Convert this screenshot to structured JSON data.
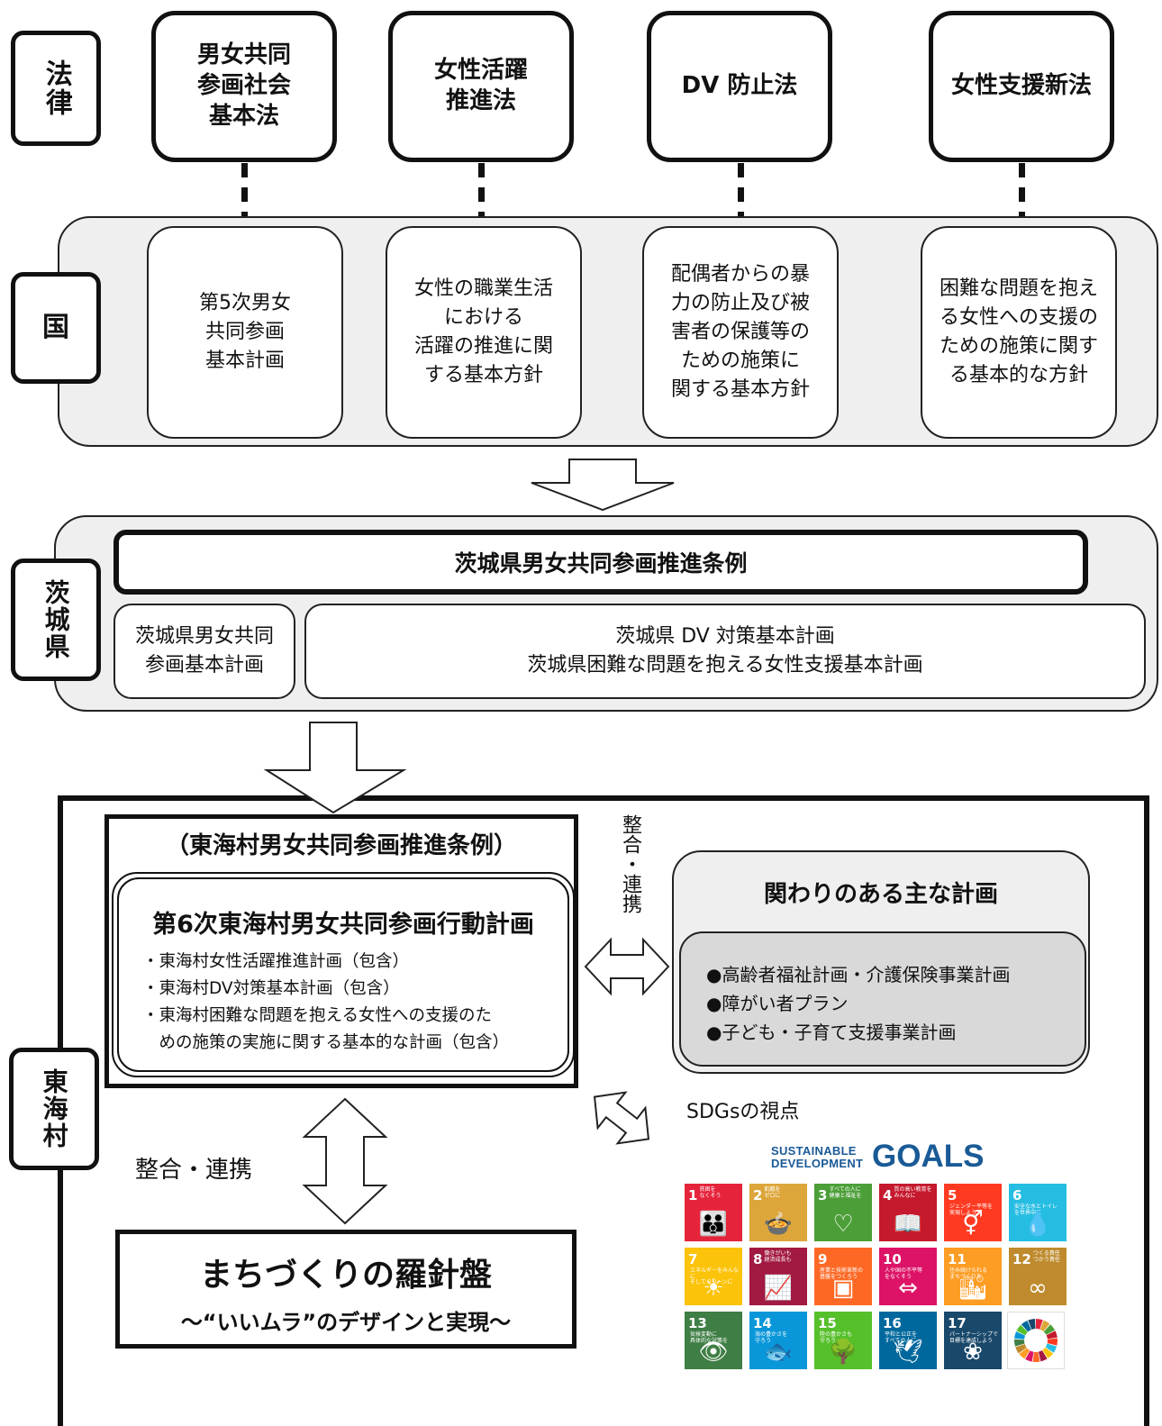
{
  "labels": {
    "law": "法律",
    "kuni": "国",
    "ibaraki": "茨城県",
    "tokai": "東海村"
  },
  "laws": [
    {
      "text": "男女共同\n参画社会\n基本法"
    },
    {
      "text": "女性活躍\n推進法"
    },
    {
      "text": "DV 防止法"
    },
    {
      "text": "女性支援新法"
    }
  ],
  "national_plans": [
    {
      "text": "第5次男女\n共同参画\n基本計画"
    },
    {
      "text": "女性の職業生活\nにおける\n活躍の推進に関\nする基本方針"
    },
    {
      "text": "配偶者からの暴\n力の防止及び被\n害者の保護等の\nための施策に\n関する基本方針"
    },
    {
      "text": "困難な問題を抱え\nる女性への支援の\nための施策に関す\nる基本的な方針"
    }
  ],
  "prefecture": {
    "ordinance": "茨城県男女共同参画推進条例",
    "plan_left": "茨城県男女共同\n参画基本計画",
    "plan_right_1": "茨城県 DV 対策基本計画",
    "plan_right_2": "茨城県困難な問題を抱える女性支援基本計画"
  },
  "village": {
    "ordinance": "（東海村男女共同参画推進条例）",
    "plan_title": "第6次東海村男女共同参画行動計画",
    "plan_items": [
      "・東海村女性活躍推進計画（包含）",
      "・東海村DV対策基本計画（包含）",
      "・東海村困難な問題を抱える女性への支援のた",
      "　めの施策の実施に関する基本的な計画（包含）"
    ],
    "coord_vertical": "整合・連携",
    "coord_bottom": "整合・連携",
    "related_title": "関わりのある主な計画",
    "related_items": [
      "●高齢者福祉計画・介護保険事業計画",
      "●障がい者プラン",
      "●子ども・子育て支援事業計画"
    ],
    "sdgs_caption": "SDGsの視点",
    "compass_title": "まちづくりの羅針盤",
    "compass_subtitle": "～“いいムラ”のデザインと実現～"
  },
  "sdgs": {
    "logo_line1": "SUSTAINABLE",
    "logo_line2": "DEVELOPMENT",
    "logo_goals": "GOALS",
    "tiles": [
      {
        "num": "1",
        "text": "貧困を\nなくそう",
        "color": "#e5243b",
        "icon": "👪"
      },
      {
        "num": "2",
        "text": "飢餓を\nゼロに",
        "color": "#dda63a",
        "icon": "🍲"
      },
      {
        "num": "3",
        "text": "すべての人に\n健康と福祉を",
        "color": "#4c9f38",
        "icon": "♡"
      },
      {
        "num": "4",
        "text": "質の高い教育を\nみんなに",
        "color": "#c5192d",
        "icon": "📖"
      },
      {
        "num": "5",
        "text": "ジェンダー平等を\n実現しよう",
        "color": "#ff3a21",
        "icon": "⚥"
      },
      {
        "num": "6",
        "text": "安全な水とトイレ\nを世界中に",
        "color": "#26bde2",
        "icon": "💧"
      },
      {
        "num": "7",
        "text": "エネルギーをみんなに\nそしてクリーンに",
        "color": "#fcc30b",
        "icon": "☀"
      },
      {
        "num": "8",
        "text": "働きがいも\n経済成長も",
        "color": "#a21942",
        "icon": "📈"
      },
      {
        "num": "9",
        "text": "産業と技術革新の\n基盤をつくろう",
        "color": "#fd6925",
        "icon": "▣"
      },
      {
        "num": "10",
        "text": "人や国の不平等\nをなくそう",
        "color": "#dd1367",
        "icon": "⇔"
      },
      {
        "num": "11",
        "text": "住み続けられる\nまちづくりを",
        "color": "#fd9d24",
        "icon": "🏙"
      },
      {
        "num": "12",
        "text": "つくる責任\nつかう責任",
        "color": "#bf8b2e",
        "icon": "∞"
      },
      {
        "num": "13",
        "text": "気候変動に\n具体的な対策を",
        "color": "#3f7e44",
        "icon": "👁"
      },
      {
        "num": "14",
        "text": "海の豊かさを\n守ろう",
        "color": "#0a97d9",
        "icon": "🐟"
      },
      {
        "num": "15",
        "text": "陸の豊かさも\n守ろう",
        "color": "#56c02b",
        "icon": "🌳"
      },
      {
        "num": "16",
        "text": "平和と公正を\nすべての人に",
        "color": "#00689d",
        "icon": "🕊"
      },
      {
        "num": "17",
        "text": "パートナーシップで\n目標を達成しよう",
        "color": "#19486a",
        "icon": "❀"
      }
    ]
  }
}
